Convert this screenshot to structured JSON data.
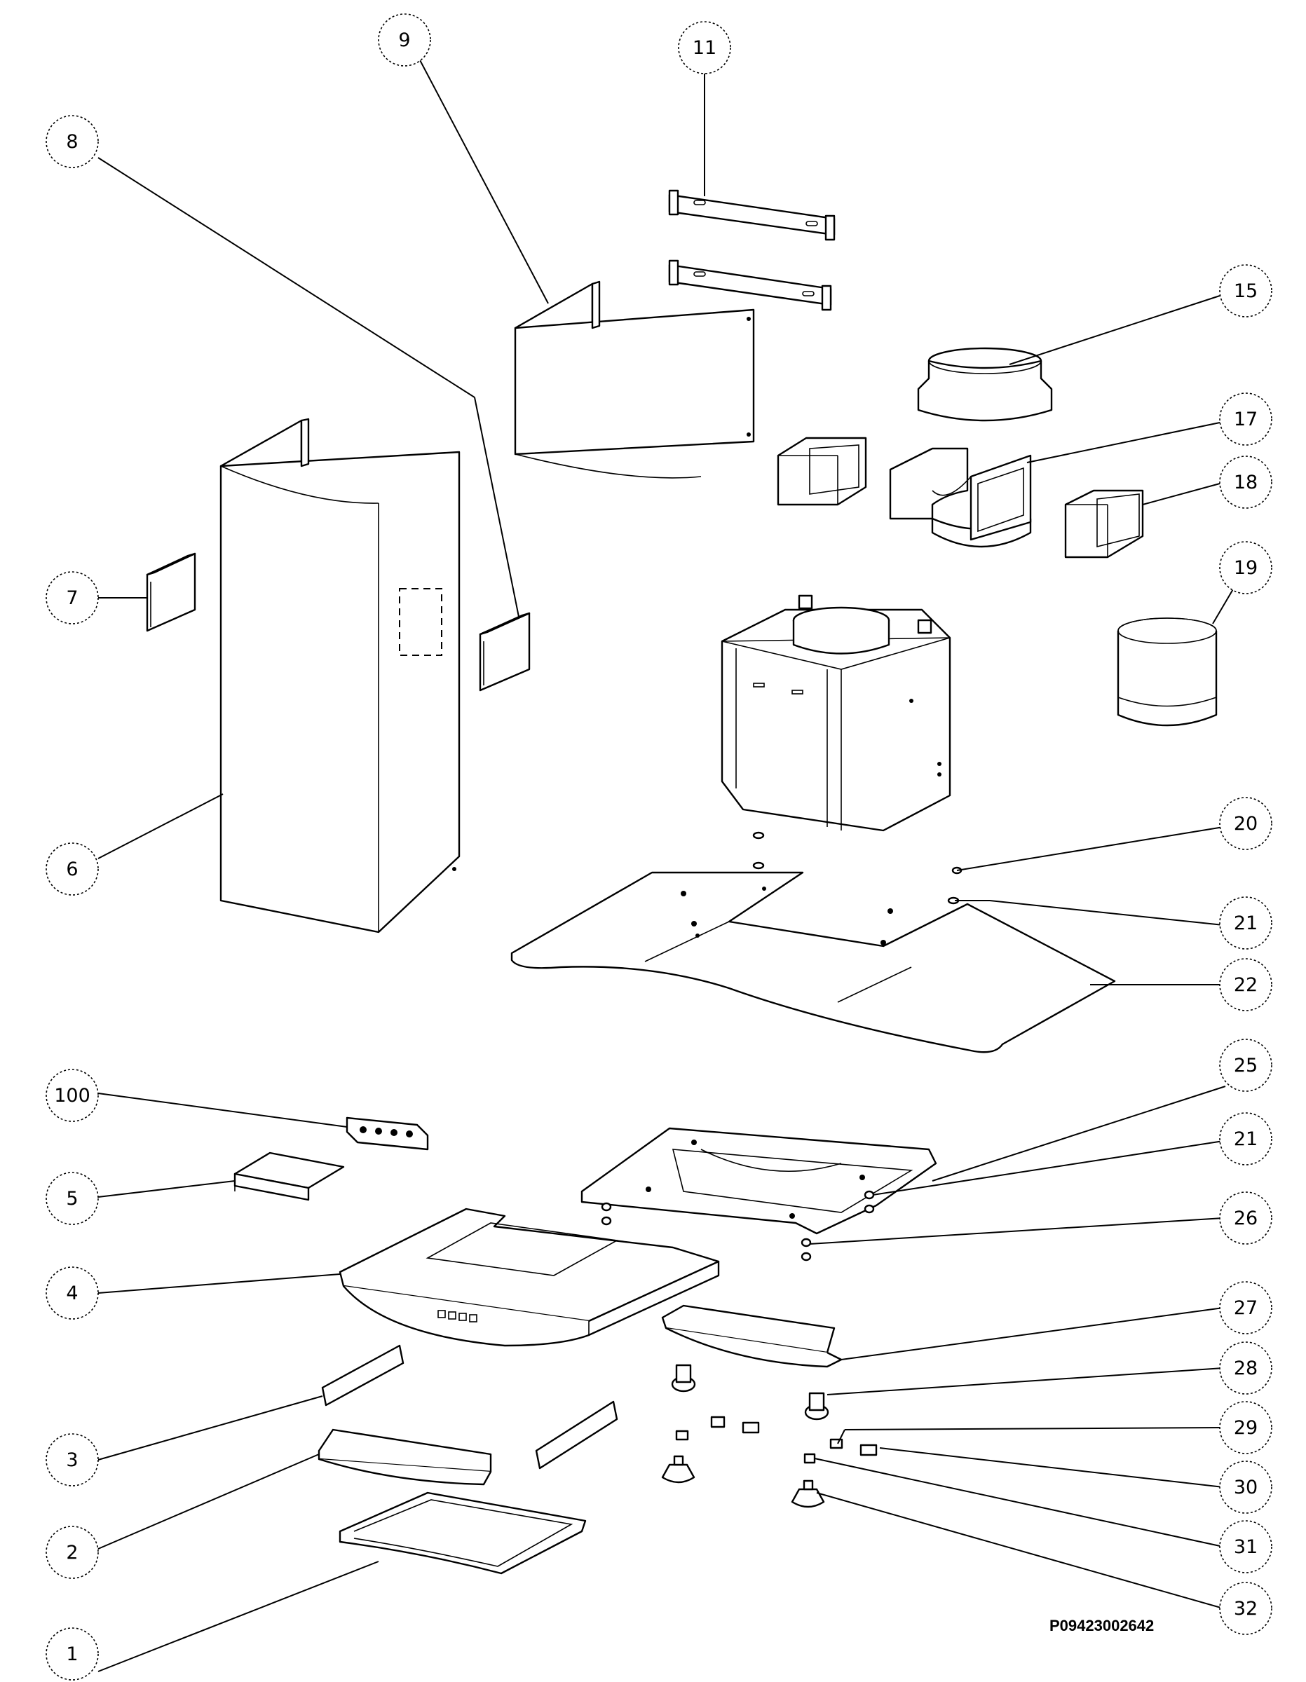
{
  "drawing_code": "P09423002642",
  "callouts": [
    {
      "label": "9"
    },
    {
      "label": "11"
    },
    {
      "label": "8"
    },
    {
      "label": "15"
    },
    {
      "label": "17"
    },
    {
      "label": "18"
    },
    {
      "label": "7"
    },
    {
      "label": "19"
    },
    {
      "label": "6"
    },
    {
      "label": "20"
    },
    {
      "label": "21"
    },
    {
      "label": "22"
    },
    {
      "label": "25"
    },
    {
      "label": "100"
    },
    {
      "label": "21"
    },
    {
      "label": "5"
    },
    {
      "label": "26"
    },
    {
      "label": "4"
    },
    {
      "label": "27"
    },
    {
      "label": "28"
    },
    {
      "label": "29"
    },
    {
      "label": "3"
    },
    {
      "label": "30"
    },
    {
      "label": "2"
    },
    {
      "label": "31"
    },
    {
      "label": "32"
    },
    {
      "label": "1"
    }
  ]
}
